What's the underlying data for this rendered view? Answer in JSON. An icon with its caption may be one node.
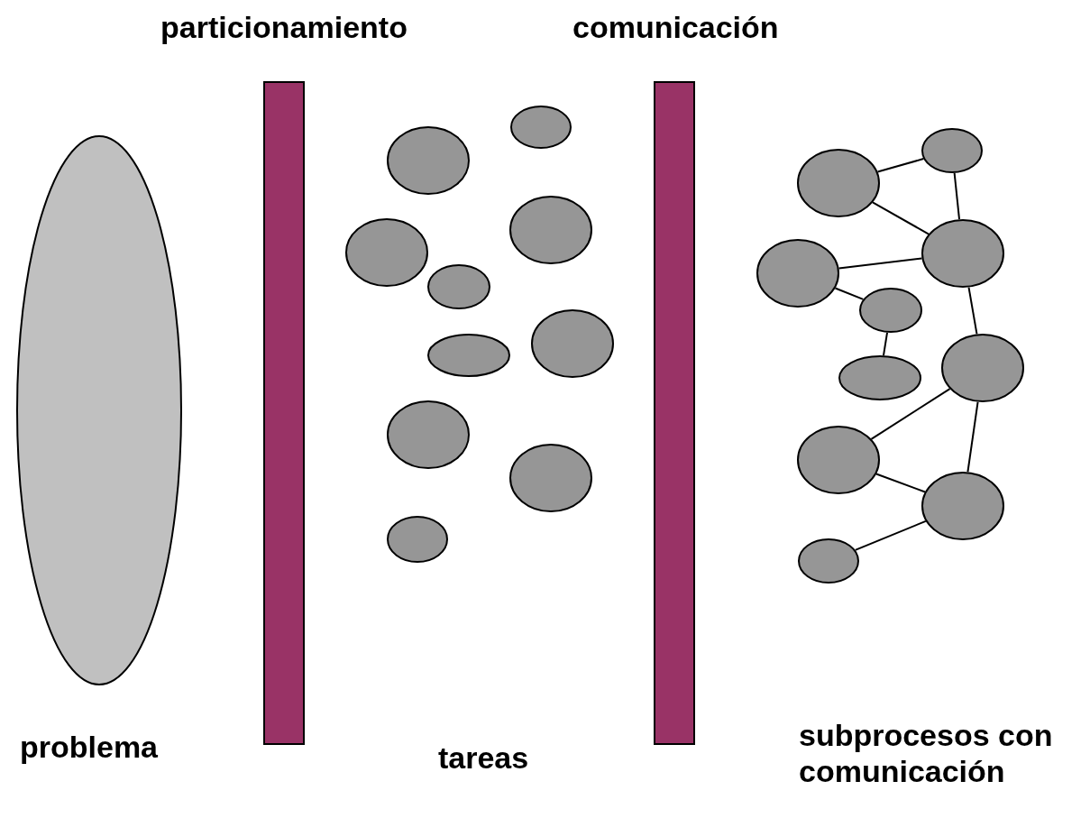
{
  "diagram": {
    "nodes": [
      {
        "text": [],
        "shape": "ellipse"
      },
      {
        "text": [],
        "shape": "bar"
      },
      {
        "text": [],
        "shape": "bar"
      },
      {
        "text": [],
        "shape": "circle"
      },
      {
        "text": [],
        "shape": "circle"
      },
      {
        "text": [],
        "shape": "circle"
      },
      {
        "text": [],
        "shape": "circle"
      },
      {
        "text": [],
        "shape": "circle"
      },
      {
        "text": [],
        "shape": "circle"
      },
      {
        "text": [],
        "shape": "circle"
      },
      {
        "text": [],
        "shape": "circle"
      },
      {
        "text": [],
        "shape": "circle"
      },
      {
        "text": [],
        "shape": "circle"
      },
      {
        "text": [],
        "shape": "circle"
      },
      {
        "text": [],
        "shape": "circle"
      },
      {
        "text": [],
        "shape": "circle"
      },
      {
        "text": [],
        "shape": "circle"
      },
      {
        "text": [],
        "shape": "circle"
      },
      {
        "text": [],
        "shape": "circle"
      },
      {
        "text": [],
        "shape": "circle"
      },
      {
        "text": [],
        "shape": "circle"
      },
      {
        "text": [],
        "shape": "circle"
      },
      {
        "text": [],
        "shape": "circle"
      }
    ],
    "edges": [
      {
        "from": 14,
        "to": 13,
        "arrow": "none"
      },
      {
        "from": 14,
        "to": 15,
        "arrow": "none"
      },
      {
        "from": 13,
        "to": 15,
        "arrow": "none"
      },
      {
        "from": 16,
        "to": 15,
        "arrow": "none"
      },
      {
        "from": 16,
        "to": 17,
        "arrow": "none"
      },
      {
        "from": 17,
        "to": 19,
        "arrow": "none"
      },
      {
        "from": 15,
        "to": 18,
        "arrow": "none"
      },
      {
        "from": 18,
        "to": 20,
        "arrow": "none"
      },
      {
        "from": 18,
        "to": 21,
        "arrow": "none"
      },
      {
        "from": 20,
        "to": 21,
        "arrow": "none"
      },
      {
        "from": 22,
        "to": 21,
        "arrow": "none"
      }
    ],
    "labels": [
      "particionamiento",
      "comunicación",
      "problema",
      "tareas",
      "subprocesos con comunicación"
    ]
  }
}
